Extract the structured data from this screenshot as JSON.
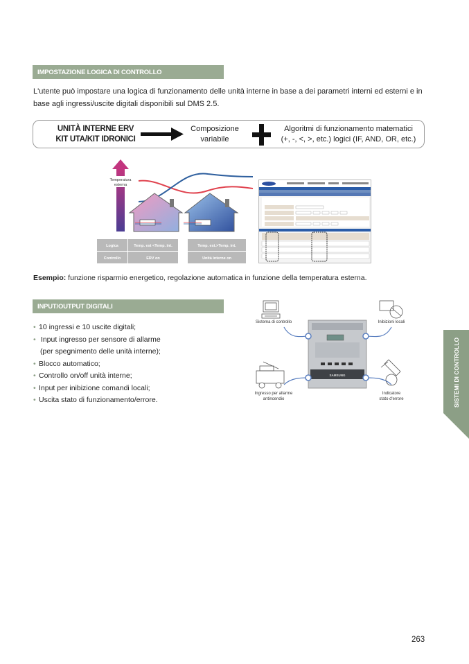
{
  "section1": {
    "title": "IMPOSTAZIONE LOGICA DI CONTROLLO",
    "intro": "L'utente può impostare una logica di funzionamento delle unità interne in base a dei parametri interni ed esterni e in base agli ingressi/uscite digitali disponibili sul DMS 2.5."
  },
  "flow": {
    "units_line1": "UNITÀ INTERNE ERV",
    "units_line2": "KIT UTA/KIT IDRONICI",
    "composition_line1": "Composizione",
    "composition_line2": "variabile",
    "algorithms_line1": "Algoritmi di funzionamento matematici",
    "algorithms_line2": "(+, -, <, >, etc.) logici (IF, AND, OR, etc.)"
  },
  "diagram": {
    "temp_label_line1": "Temperatura",
    "temp_label_line2": "esterna",
    "row_logic": "Logica",
    "row_control": "Controllo",
    "cond1": "Temp. est <Temp. int.",
    "cond2": "Temp. est.>Temp. int.",
    "ctrl1": "ERV on",
    "ctrl2": "Unità interne on",
    "colors": {
      "red_curve": "#e0424e",
      "blue_curve": "#2e5f9e",
      "table_fill": "#b9b9b9",
      "arrow_top": "#c2357f",
      "arrow_bottom": "#4b3d93"
    }
  },
  "example": {
    "bold": "Esempio:",
    "text": " funzione risparmio energetico, regolazione automatica in funzione della temperatura esterna."
  },
  "section2": {
    "title": "INPUT/OUTPUT DIGITALI",
    "items": [
      "10 ingressi e 10 uscite digitali;",
      "Input ingresso per sensore di allarme",
      "(per spegnimento delle unità interne);",
      "Blocco automatico;",
      "Controllo on/off unità interne;",
      "Input per inibizione comandi locali;",
      "Uscita stato di funzionamento/errore."
    ]
  },
  "io_diagram": {
    "label_system": "Sistema di controllo",
    "label_inhibit": "Inibizioni locali",
    "label_alarm_line1": "Ingresso per allarme",
    "label_alarm_line2": "antincendio",
    "label_error_line1": "Indicatore",
    "label_error_line2": "stato d'errore"
  },
  "side_tab": "SISTEMI DI CONTROLLO",
  "page_number": "263",
  "colors": {
    "header_green": "#9aab93",
    "tab_green": "#8c9f86"
  }
}
